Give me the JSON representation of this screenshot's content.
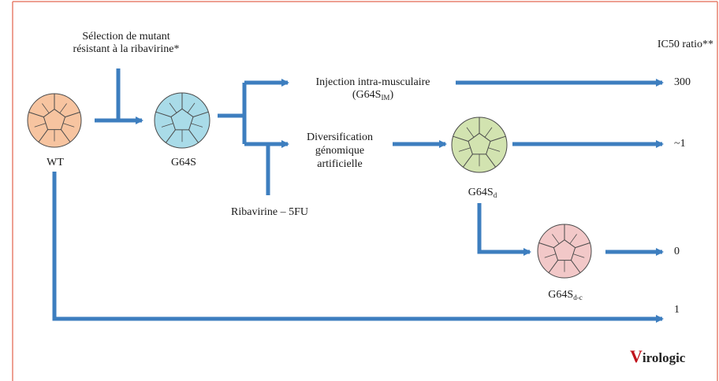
{
  "labels": {
    "selection": [
      "Sélection de mutant",
      "résistant à la ribavirine*"
    ],
    "ic50_header": "IC50 ratio**",
    "injection_line1": "Injection intra-musculaire",
    "injection_line2_prefix": "(G64S",
    "injection_line2_sub": "IM",
    "injection_line2_suffix": ")",
    "diversification": [
      "Diversification",
      "génomique",
      "artificielle"
    ],
    "ribavirine": "Ribavirine – 5FU"
  },
  "viruses": [
    {
      "name": "WT",
      "sub": "",
      "color": "#f7c4a0"
    },
    {
      "name": "G64S",
      "sub": "",
      "color": "#a9dbe8"
    },
    {
      "name": "G64S",
      "sub": "d",
      "color": "#d2e3b0"
    },
    {
      "name": "G64S",
      "sub": "d-c",
      "color": "#f2c8c8"
    }
  ],
  "ratios": [
    "300",
    "~1",
    "0",
    "1"
  ],
  "logo": {
    "first": "V",
    "rest": "irologic"
  },
  "colors": {
    "arrow": "#3d7ebf",
    "border": "#e8806e",
    "outline": "#4a4a4a"
  }
}
